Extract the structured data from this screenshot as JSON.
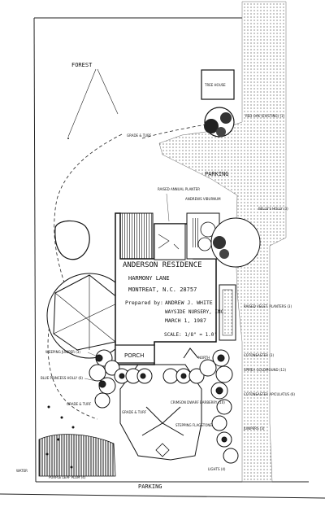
{
  "plan": {
    "title_block": {
      "name": "ANDERSON RESIDENCE",
      "street": "HARMONY LANE",
      "city": "MONTREAT, N.C. 28757",
      "prepared_by_label": "Prepared by:",
      "designer": "ANDREW J. WHITE",
      "company": "WAYSIDE NURSERY, INC.",
      "date": "MARCH 1, 1987",
      "scale": "SCALE: 1/8\" = 1.0'"
    },
    "areas": {
      "forest": "FOREST",
      "tree_house": "TREE HOUSE",
      "parking_top": "PARKING",
      "parking_bottom": "PARKING",
      "porch": "PORCH",
      "north": "NORTH"
    },
    "labels": {
      "grade_turf_top": "GRADE & TURF",
      "oak": "RED OAK (EXISTING) (1)",
      "raised_planter": "RAISED ANNUAL PLANTER",
      "viburnum": "ANDREWS VIBURNUM",
      "hollies_right": "BELLE'S HOLLY (3)",
      "raised_veg": "RAISED VEGET. PLANTERS (3)",
      "cotoneaster_top": "COTONEASTER (3)",
      "spirea": "SPIREA GOLDMOUND (12)",
      "cotoneaster_bottom": "COTONEASTER APICULATUS (6)",
      "juniper": "JUNIPERS (3)",
      "lights": "LIGHTS (4)",
      "weeping_juniper": "WEEPING JUNIPER (3)",
      "blue_princess": "BLUE PRINCESS HOLLY (6)",
      "grade_turf_left": "GRADE & TURF",
      "grade_turf_center": "GRADE & TURF",
      "japanese_barberry": "CRIMSON DWARF BARBERRY (10)",
      "stepping_flagstone": "STEPPING FLAGSTONE",
      "purple_cherry": "PURPLE LEAF PLUM (4)",
      "water": "WATER"
    }
  }
}
